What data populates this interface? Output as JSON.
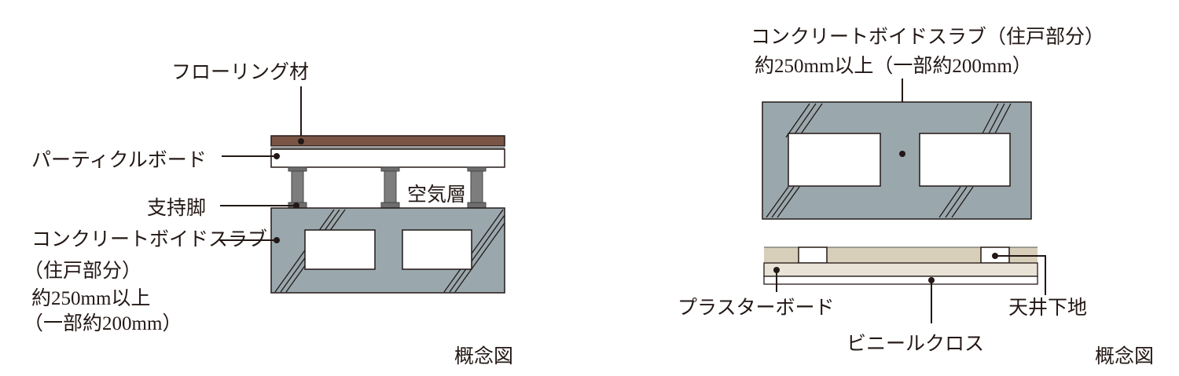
{
  "left_diagram": {
    "flooring_label": "フローリング材",
    "particle_board_label": "パーティクルボード",
    "support_leg_label": "支持脚",
    "air_layer_label": "空気層",
    "slab_label_lines": [
      "コンクリートボイドスラブ",
      "（住戸部分）",
      "約250mm以上",
      "（一部約200mm）"
    ],
    "note": "概念図"
  },
  "right_diagram": {
    "slab_label_lines": [
      "コンクリートボイドスラブ（住戸部分）",
      "約250mm以上（一部約200mm）"
    ],
    "plaster_board_label": "プラスターボード",
    "ceiling_base_label": "天井下地",
    "vinyl_cloth_label": "ビニールクロス",
    "note": "概念図"
  },
  "colors": {
    "flooring": "#7a5545",
    "concrete": "#9aa8ae",
    "leg": "#7d7d7d",
    "ceiling_base": "#d8cfba",
    "plaster_board": "#e8e3d6",
    "line": "#231815"
  }
}
